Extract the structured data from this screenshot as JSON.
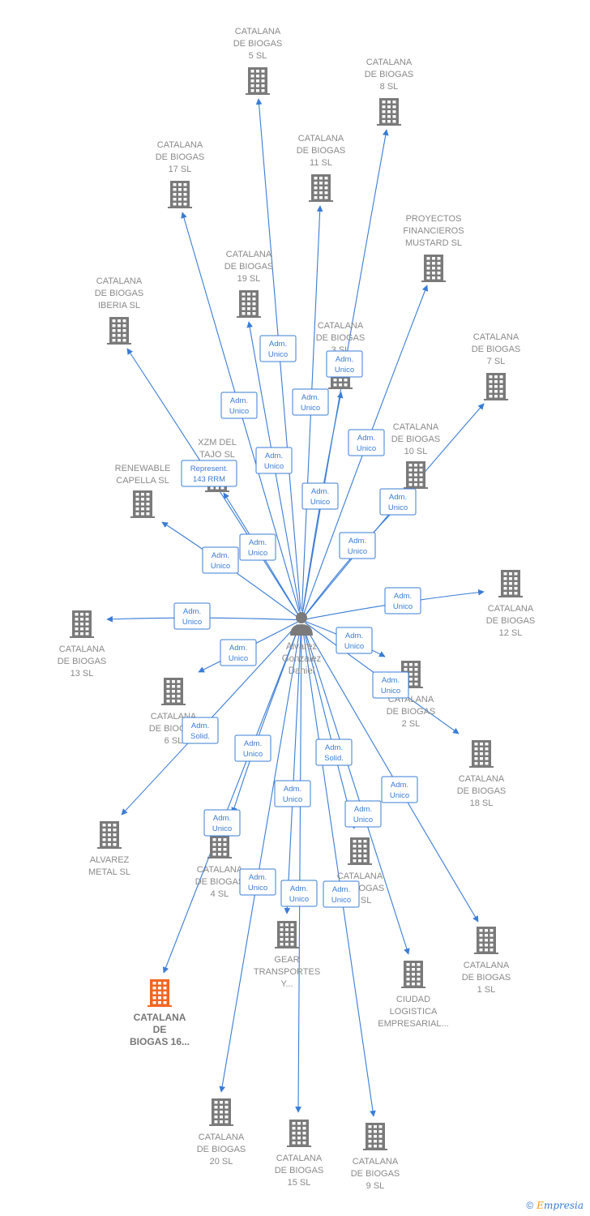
{
  "center": {
    "name_lines": [
      "Alvarez",
      "Gonzalez",
      "Daniel"
    ]
  },
  "nodes": [
    {
      "id": "n5",
      "lines": [
        "CATALANA",
        "DE BIOGAS",
        "5  SL"
      ]
    },
    {
      "id": "n8",
      "lines": [
        "CATALANA",
        "DE BIOGAS",
        "8  SL"
      ]
    },
    {
      "id": "n17",
      "lines": [
        "CATALANA",
        "DE BIOGAS",
        "17  SL"
      ]
    },
    {
      "id": "n11",
      "lines": [
        "CATALANA",
        "DE BIOGAS",
        "11  SL"
      ]
    },
    {
      "id": "npf",
      "lines": [
        "PROYECTOS",
        "FINANCIEROS",
        "MUSTARD  SL"
      ]
    },
    {
      "id": "n19",
      "lines": [
        "CATALANA",
        "DE BIOGAS",
        "19  SL"
      ]
    },
    {
      "id": "nib",
      "lines": [
        "CATALANA",
        "DE BIOGAS",
        "IBERIA  SL"
      ]
    },
    {
      "id": "n3",
      "lines": [
        "CATALANA",
        "DE BIOGAS",
        "3  SL"
      ]
    },
    {
      "id": "n7",
      "lines": [
        "CATALANA",
        "DE BIOGAS",
        "7  SL"
      ]
    },
    {
      "id": "nxzm",
      "lines": [
        "XZM DEL",
        "TAJO SL"
      ]
    },
    {
      "id": "n10",
      "lines": [
        "CATALANA",
        "DE BIOGAS",
        "10  SL"
      ]
    },
    {
      "id": "nren",
      "lines": [
        "RENEWABLE",
        "CAPELLA  SL"
      ]
    },
    {
      "id": "n12",
      "lines": [
        "CATALANA",
        "DE BIOGAS",
        "12  SL"
      ]
    },
    {
      "id": "n13",
      "lines": [
        "CATALANA",
        "DE BIOGAS",
        "13  SL"
      ]
    },
    {
      "id": "n2",
      "lines": [
        "CATALANA",
        "DE BIOGAS",
        "2  SL"
      ]
    },
    {
      "id": "n6",
      "lines": [
        "CATALANA",
        "DE BIOGAS",
        "6  SL"
      ]
    },
    {
      "id": "n18",
      "lines": [
        "CATALANA",
        "DE BIOGAS",
        "18  SL"
      ]
    },
    {
      "id": "nam",
      "lines": [
        "ALVAREZ",
        "METAL  SL"
      ]
    },
    {
      "id": "n4",
      "lines": [
        "CATALANA",
        "DE BIOGAS",
        "4  SL"
      ]
    },
    {
      "id": "n14",
      "lines": [
        "CATALANA",
        "DE BIOGAS",
        "14  SL"
      ]
    },
    {
      "id": "n1",
      "lines": [
        "CATALANA",
        "DE BIOGAS",
        "1  SL"
      ]
    },
    {
      "id": "ngear",
      "lines": [
        "GEAR",
        "TRANSPORTES",
        "Y..."
      ]
    },
    {
      "id": "nciu",
      "lines": [
        "CIUDAD",
        "LOGISTICA",
        "EMPRESARIAL..."
      ]
    },
    {
      "id": "n16",
      "lines": [
        "CATALANA",
        "DE",
        "BIOGAS 16..."
      ],
      "highlight": true
    },
    {
      "id": "n20",
      "lines": [
        "CATALANA",
        "DE BIOGAS",
        "20  SL"
      ]
    },
    {
      "id": "n15",
      "lines": [
        "CATALANA",
        "DE BIOGAS",
        "15  SL"
      ]
    },
    {
      "id": "n9",
      "lines": [
        "CATALANA",
        "DE BIOGAS",
        "9  SL"
      ]
    }
  ],
  "edges": [
    {
      "to": "n5",
      "label": [
        "Adm.",
        "Unico"
      ]
    },
    {
      "to": "n8",
      "label": [
        "Adm.",
        "Unico"
      ]
    },
    {
      "to": "n17",
      "label": [
        "Adm.",
        "Unico"
      ]
    },
    {
      "to": "n11",
      "label": [
        "Adm.",
        "Unico"
      ]
    },
    {
      "to": "npf",
      "label": [
        "Adm.",
        "Unico"
      ]
    },
    {
      "to": "n19",
      "label": [
        "Adm.",
        "Unico"
      ]
    },
    {
      "to": "nib",
      "label": [
        "Represent.",
        "143 RRM"
      ]
    },
    {
      "to": "n3",
      "label": [
        "Adm.",
        "Unico"
      ]
    },
    {
      "to": "n7",
      "label": [
        "Adm.",
        "Unico"
      ]
    },
    {
      "to": "nxzm",
      "label": [
        "Adm.",
        "Unico"
      ]
    },
    {
      "to": "n10",
      "label": [
        "Adm.",
        "Unico"
      ]
    },
    {
      "to": "nren",
      "label": [
        "Adm.",
        "Unico"
      ]
    },
    {
      "to": "n12",
      "label": [
        "Adm.",
        "Unico"
      ]
    },
    {
      "to": "n13",
      "label": [
        "Adm.",
        "Unico"
      ]
    },
    {
      "to": "n2",
      "label": [
        "Adm.",
        "Unico"
      ]
    },
    {
      "to": "n6",
      "label": [
        "Adm.",
        "Unico"
      ]
    },
    {
      "to": "n18",
      "label": [
        "Adm.",
        "Unico"
      ]
    },
    {
      "to": "nam",
      "label": [
        "Adm.",
        "Solid."
      ]
    },
    {
      "to": "n4",
      "label": [
        "Adm.",
        "Unico"
      ]
    },
    {
      "to": "n14",
      "label": [
        "Adm.",
        "Solid."
      ]
    },
    {
      "to": "n1",
      "label": [
        "Adm.",
        "Unico"
      ]
    },
    {
      "to": "ngear",
      "label": [
        "Adm.",
        "Unico"
      ]
    },
    {
      "to": "nciu",
      "label": [
        "Adm.",
        "Unico"
      ]
    },
    {
      "to": "n16",
      "label": [
        "Adm.",
        "Unico"
      ]
    },
    {
      "to": "n20",
      "label": [
        "Adm.",
        "Unico"
      ]
    },
    {
      "to": "n15",
      "label": [
        "Adm.",
        "Unico"
      ]
    },
    {
      "to": "n9",
      "label": [
        "Adm.",
        "Unico"
      ]
    }
  ],
  "footer": {
    "copyright": "©",
    "brand_first": "E",
    "brand_rest": "mpresia"
  },
  "colors": {
    "edge": "#3a7cd6",
    "node": "#7a7a7a",
    "highlight": "#f26522",
    "label": "#8a8a8a"
  }
}
